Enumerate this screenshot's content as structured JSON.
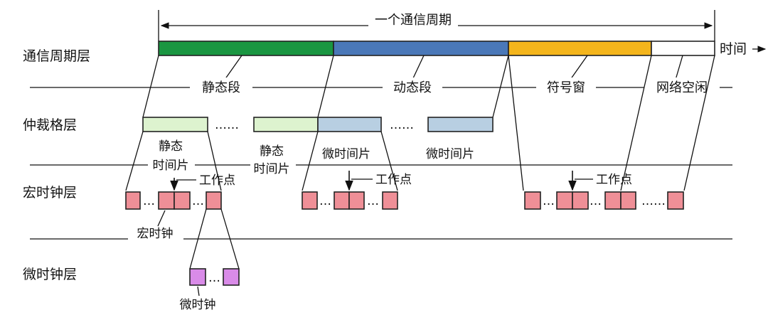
{
  "layers": {
    "communication_cycle": "通信周期层",
    "arbitration_grid": "仲裁格层",
    "macrotick": "宏时钟层",
    "microtick": "微时钟层"
  },
  "top": {
    "cycle_span_label": "一个通信周期",
    "time_axis_label": "时间"
  },
  "segments": [
    {
      "label": "静态段",
      "color": "#1a9641"
    },
    {
      "label": "动态段",
      "color": "#4a78b8"
    },
    {
      "label": "符号窗",
      "color": "#f4b51c"
    },
    {
      "label": "网络空闲",
      "color": "#ffffff"
    }
  ],
  "arbitration": {
    "ellipsis": "……",
    "static_slot_color": "#ddf3cf",
    "dynamic_slot_color": "#b8cfe2",
    "static_slot_labels": [
      "静态",
      "时间片"
    ],
    "minislot_label": "微时间片"
  },
  "macro": {
    "action_point_label": "工作点",
    "macrotick_label": "宏时钟",
    "box_color": "#ef8f97",
    "ellipsis": "…",
    "long_ellipsis": "……"
  },
  "micro": {
    "microtick_label": "微时钟",
    "box_color": "#d98be8",
    "ellipsis": "…"
  }
}
